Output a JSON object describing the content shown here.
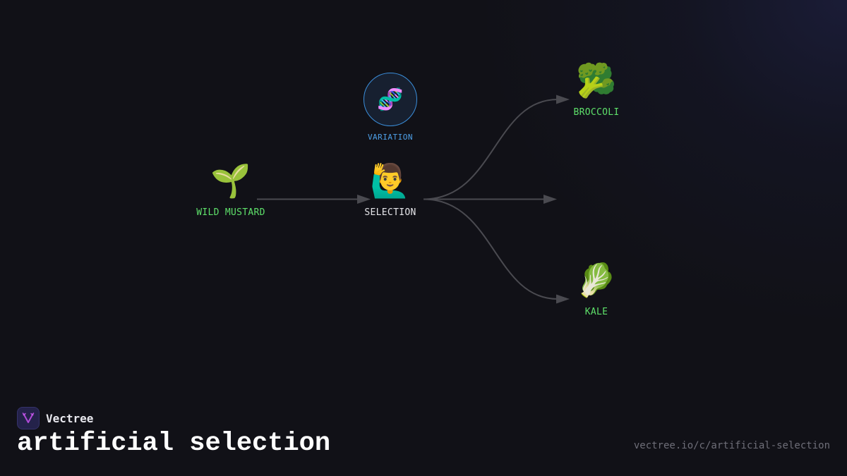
{
  "diagram": {
    "nodes": {
      "variation": {
        "label": "VARIATION",
        "icon": "dna-icon",
        "glyph": "🧬",
        "color": "#4ea0e8"
      },
      "wild_mustard": {
        "label": "WILD MUSTARD",
        "icon": "seedling-icon",
        "glyph": "🌱",
        "color": "#5ee06a"
      },
      "selection": {
        "label": "SELECTION",
        "icon": "person-raising-hand-icon",
        "glyph": "🙋‍♂️",
        "color": "#e6e6ea"
      },
      "broccoli": {
        "label": "BROCCOLI",
        "icon": "broccoli-icon",
        "glyph": "🥦",
        "color": "#5ee06a"
      },
      "kale": {
        "label": "KALE",
        "icon": "leafy-green-icon",
        "glyph": "🥬",
        "color": "#5ee06a"
      }
    },
    "edges": [
      {
        "from": "wild_mustard",
        "to": "selection"
      },
      {
        "from": "selection",
        "to": "broccoli"
      },
      {
        "from": "selection",
        "to": "(unlabeled)"
      },
      {
        "from": "selection",
        "to": "kale"
      }
    ],
    "edge_color": "#4a4a50"
  },
  "footer": {
    "brand_name": "Vectree",
    "brand_icon": "vectree-logo-icon",
    "title": "artificial selection",
    "url": "vectree.io/c/artificial-selection"
  }
}
